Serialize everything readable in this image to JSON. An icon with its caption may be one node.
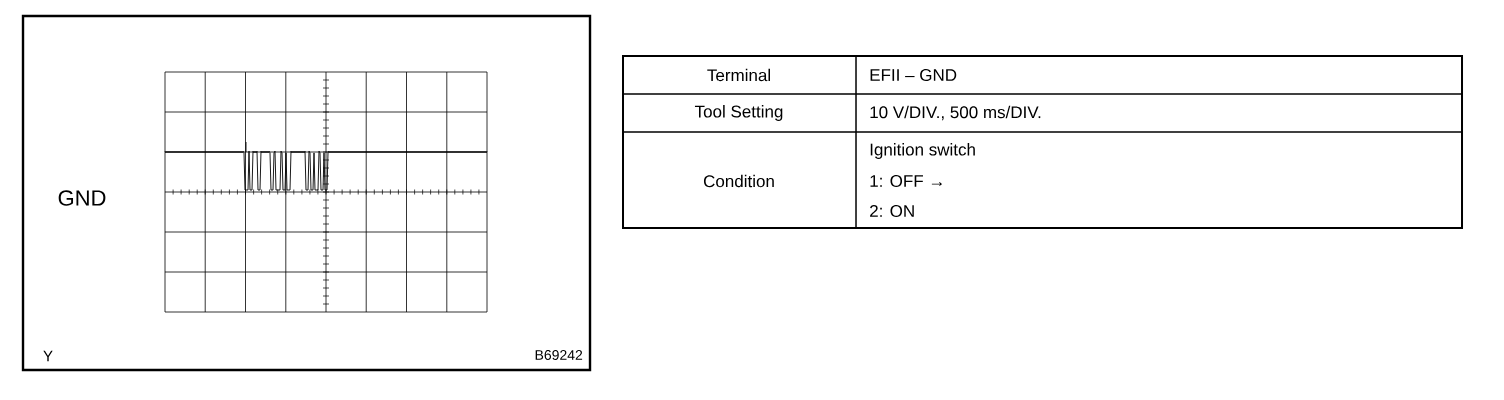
{
  "diagram": {
    "labels": [
      "GND",
      "Y",
      "B69242",
      "Terminal",
      "EFII – GND",
      "Tool Setting",
      "10 V/DIV., 500 ms/DIV.",
      "Condition",
      "Ignition switch",
      "1: OFF →",
      "2: ON"
    ]
  }
}
